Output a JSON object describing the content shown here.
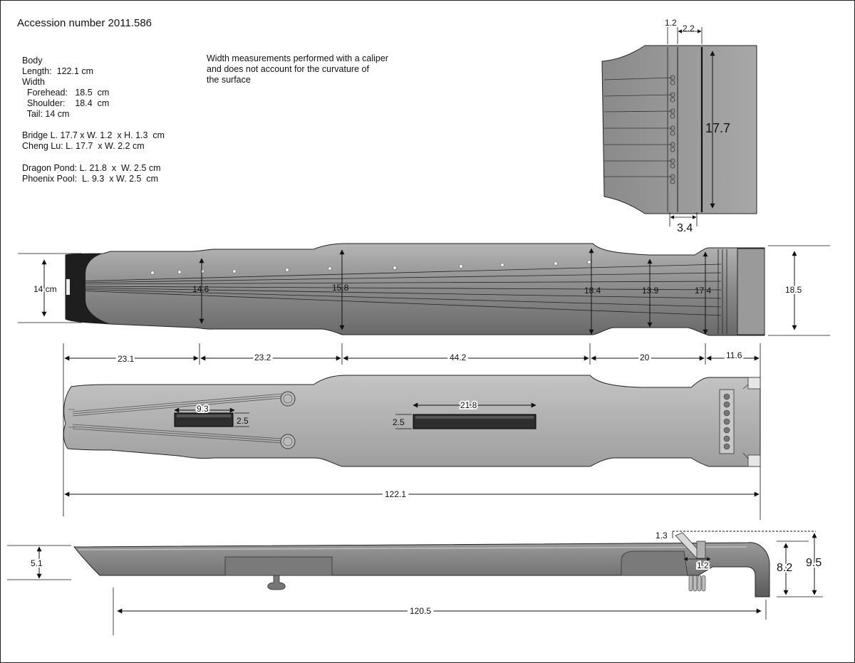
{
  "title": "Accession number 2011.586",
  "specs": {
    "body": "Body",
    "length": "Length:  122.1 cm",
    "width": "Width",
    "forehead": "  Forehead:   18.5  cm",
    "shoulder": "  Shoulder:    18.4  cm",
    "tail": "  Tail: 14 cm",
    "bridge": "Bridge L. 17.7 x W. 1.2  x H. 1.3  cm",
    "cheng_lu": "Cheng Lu: L. 17.7  x W. 2.2 cm",
    "dragon_pond": "Dragon Pond: L. 21.8  x  W. 2.5 cm",
    "phoenix_pool": "Phoenix Pool:  L. 9.3  x W. 2.5  cm"
  },
  "note": "Width measurements performed with a caliper\nand does not account for the curvature of\nthe surface",
  "head_detail": {
    "d1": "1.2",
    "d2": "2.2",
    "length": "17.7",
    "width": "3.4"
  },
  "top_view": {
    "tail": "14 cm",
    "w1": "14.6",
    "w2": "15.8",
    "w3": "18.4",
    "w4": "13.9",
    "w5": "17.4",
    "forehead": "18.5",
    "seg1": "23.1",
    "seg2": "23.2",
    "seg3": "44.2",
    "seg4": "20",
    "seg5": "11.6"
  },
  "bottom_view": {
    "phoenix_len": "9.3",
    "phoenix_w": "2.5",
    "dragon_len": "21.8",
    "dragon_w": "2.5",
    "total": "122.1"
  },
  "side_view": {
    "tail_h": "5.1",
    "bridge_h": "1.3",
    "bridge_w": "1.2",
    "h1": "8.2",
    "h2": "9.5",
    "len": "120.5"
  }
}
